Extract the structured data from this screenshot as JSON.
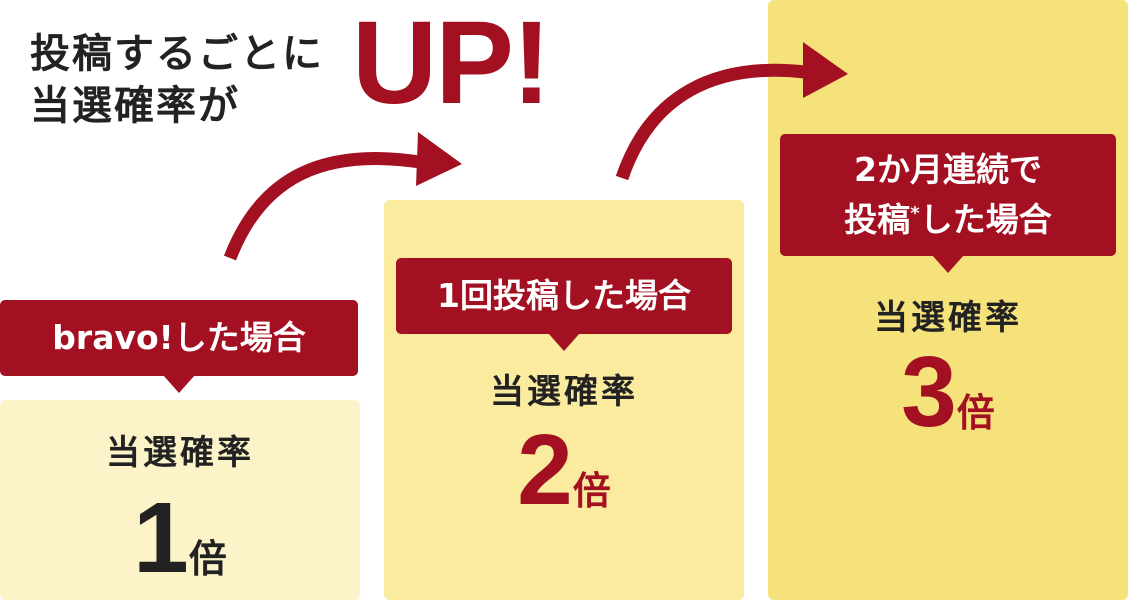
{
  "headline": {
    "line1": "投稿するごとに",
    "line2": "当選確率が",
    "accent": "UP!"
  },
  "colors": {
    "accent": "#a31022",
    "col1_bg": "#fcf3c8",
    "col2_bg": "#faeb9f",
    "col3_bg": "#f6e27a",
    "text": "#222222"
  },
  "columns": [
    {
      "label": "bravo!した場合",
      "rate_label": "当選確率",
      "multiplier": "1",
      "unit": "倍"
    },
    {
      "label": "1回投稿した場合",
      "rate_label": "当選確率",
      "multiplier": "2",
      "unit": "倍"
    },
    {
      "label_line1": "2か月連続で",
      "label_line2_pre": "投稿",
      "label_line2_mark": "*",
      "label_line2_post": "した場合",
      "rate_label": "当選確率",
      "multiplier": "3",
      "unit": "倍"
    }
  ]
}
